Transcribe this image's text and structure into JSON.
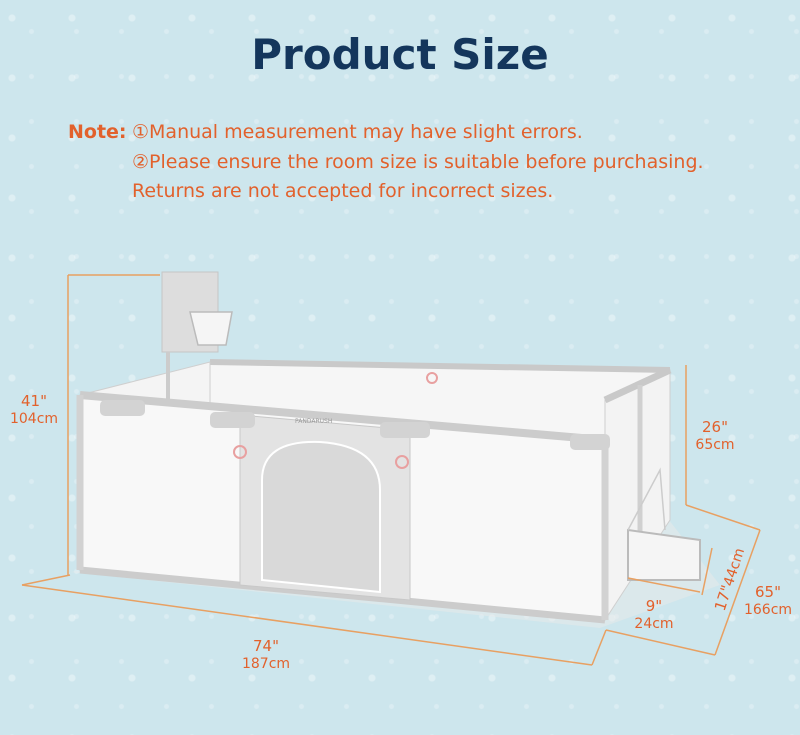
{
  "title": "Product Size",
  "note": {
    "label": "Note:",
    "line1": "①Manual measurement may have slight errors.",
    "line2": "②Please ensure the room size is suitable before purchasing.",
    "line3": "Returns are not accepted for incorrect sizes."
  },
  "brand": "PANDARUSH",
  "dimensions": {
    "height_total": {
      "imperial": "41\"",
      "metric": "104cm"
    },
    "height_side": {
      "imperial": "26\"",
      "metric": "65cm"
    },
    "length": {
      "imperial": "74\"",
      "metric": "187cm"
    },
    "width": {
      "imperial": "65\"",
      "metric": "166cm"
    },
    "goal_depth": {
      "imperial": "9\"",
      "metric": "24cm"
    },
    "goal_width": {
      "imperial": "17\"",
      "metric": "44cm"
    }
  },
  "colors": {
    "accent": "#e2612c",
    "title": "#14365c",
    "background": "#cde6ed",
    "product": "#dcdcdc"
  }
}
